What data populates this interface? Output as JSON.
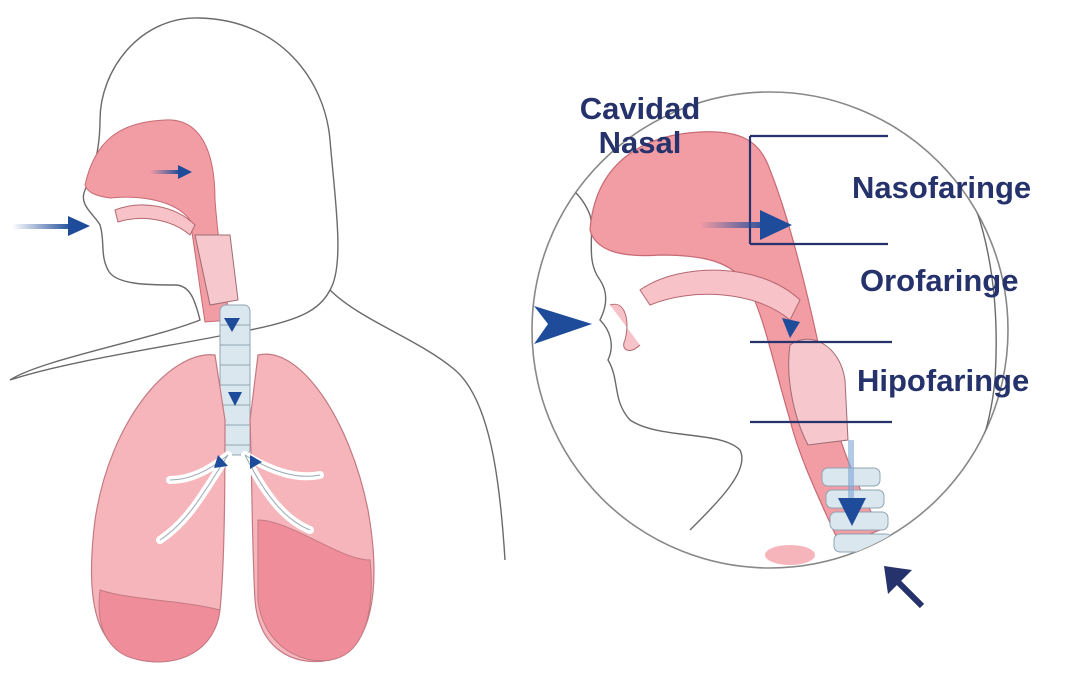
{
  "labels": {
    "cavidad_nasal_line1": "Cavidad",
    "cavidad_nasal_line2": "Nasal",
    "nasofaringe": "Nasofaringe",
    "orofaringe": "Orofaringe",
    "hipofaringe": "Hipofaringe"
  },
  "colors": {
    "label": "#26326b",
    "arrow": "#1e4b9a",
    "tissue": "#f29ca4",
    "tissue_dark": "#ec7b88",
    "lung": "#f6b5bb",
    "trachea": "#dbe7ef",
    "outline": "#555555",
    "bracket": "#26326b"
  },
  "icons": [
    "airflow-arrow-icon",
    "zoom-pointer-arrow-icon"
  ]
}
